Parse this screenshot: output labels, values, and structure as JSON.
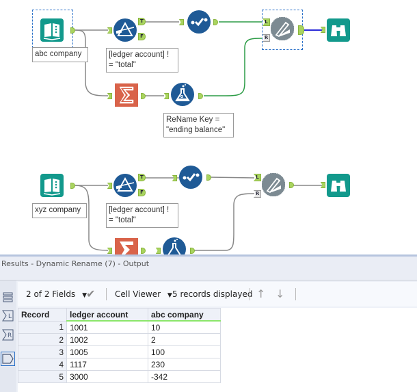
{
  "workflow": {
    "flow1": {
      "input_label": "abc company",
      "filter_expr": "[ledger account] !\n= \"total\"",
      "filter_true": "T",
      "filter_false": "F",
      "formula_expr": "ReName Key =\n\"ending balance\"",
      "join_left": "L",
      "join_right": "R"
    },
    "flow2": {
      "input_label": "xyz company",
      "filter_expr": "[ledger account] !\n= \"total\"",
      "filter_true": "T",
      "filter_false": "F",
      "join_left": "L",
      "join_right": "R"
    },
    "colors": {
      "input_tool": "#12998c",
      "filter_tool": "#1f5a96",
      "summarize_tool": "#d9634a",
      "dynamic_rename_tool": "#7c8a92",
      "wire_default": "#888888",
      "wire_green": "#2c9c46",
      "wire_selected": "#2b2bd8",
      "anchor": "#a9d45f"
    }
  },
  "results": {
    "title": "Results - Dynamic Rename (7) - Output",
    "toolbar": {
      "fields_selector": "2 of 2 Fields",
      "viewer_selector": "Cell Viewer",
      "record_count": "5 records displayed"
    },
    "side_rail": [
      "data-view-icon",
      "left-input-icon",
      "right-input-icon",
      "output-icon"
    ],
    "side_rail_labels": [
      "L",
      "R"
    ],
    "table": {
      "columns": [
        "Record",
        "ledger account",
        "abc company"
      ],
      "rows": [
        [
          "1",
          "1001",
          "10"
        ],
        [
          "2",
          "1002",
          "2"
        ],
        [
          "3",
          "1005",
          "100"
        ],
        [
          "4",
          "1117",
          "230"
        ],
        [
          "5",
          "3000",
          "-342"
        ]
      ]
    }
  }
}
